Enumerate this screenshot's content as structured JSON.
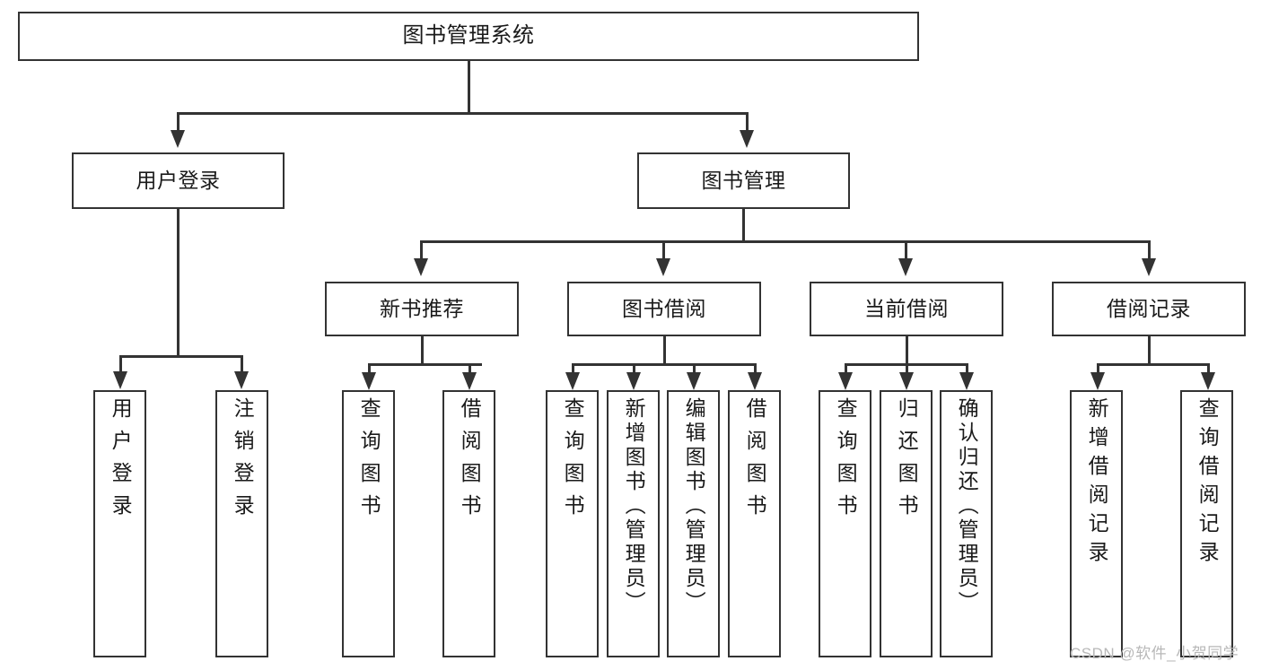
{
  "diagram": {
    "type": "tree-hierarchy",
    "title": "图书管理系统",
    "watermark": "CSDN @软件_小贺同学",
    "colors": {
      "stroke": "#333333",
      "fill": "#ffffff",
      "text": "#1a1a1a",
      "watermark": "#b8b8b8"
    },
    "root": {
      "label": "图书管理系统"
    },
    "level2": [
      {
        "label": "用户登录"
      },
      {
        "label": "图书管理"
      }
    ],
    "level3": [
      {
        "label": "新书推荐"
      },
      {
        "label": "图书借阅"
      },
      {
        "label": "当前借阅"
      },
      {
        "label": "借阅记录"
      }
    ],
    "leaves": {
      "user_login": [
        {
          "label": "用户登录"
        },
        {
          "label": "注销登录"
        }
      ],
      "new_book": [
        {
          "label": "查询图书"
        },
        {
          "label": "借阅图书"
        }
      ],
      "book_borrow": [
        {
          "label": "查询图书"
        },
        {
          "label": "新增图书（管理员）"
        },
        {
          "label": "编辑图书（管理员）"
        },
        {
          "label": "借阅图书"
        }
      ],
      "current_borrow": [
        {
          "label": "查询图书"
        },
        {
          "label": "归还图书"
        },
        {
          "label": "确认归还（管理员）"
        }
      ],
      "borrow_record": [
        {
          "label": "新增借阅记录"
        },
        {
          "label": "查询借阅记录"
        }
      ]
    }
  }
}
